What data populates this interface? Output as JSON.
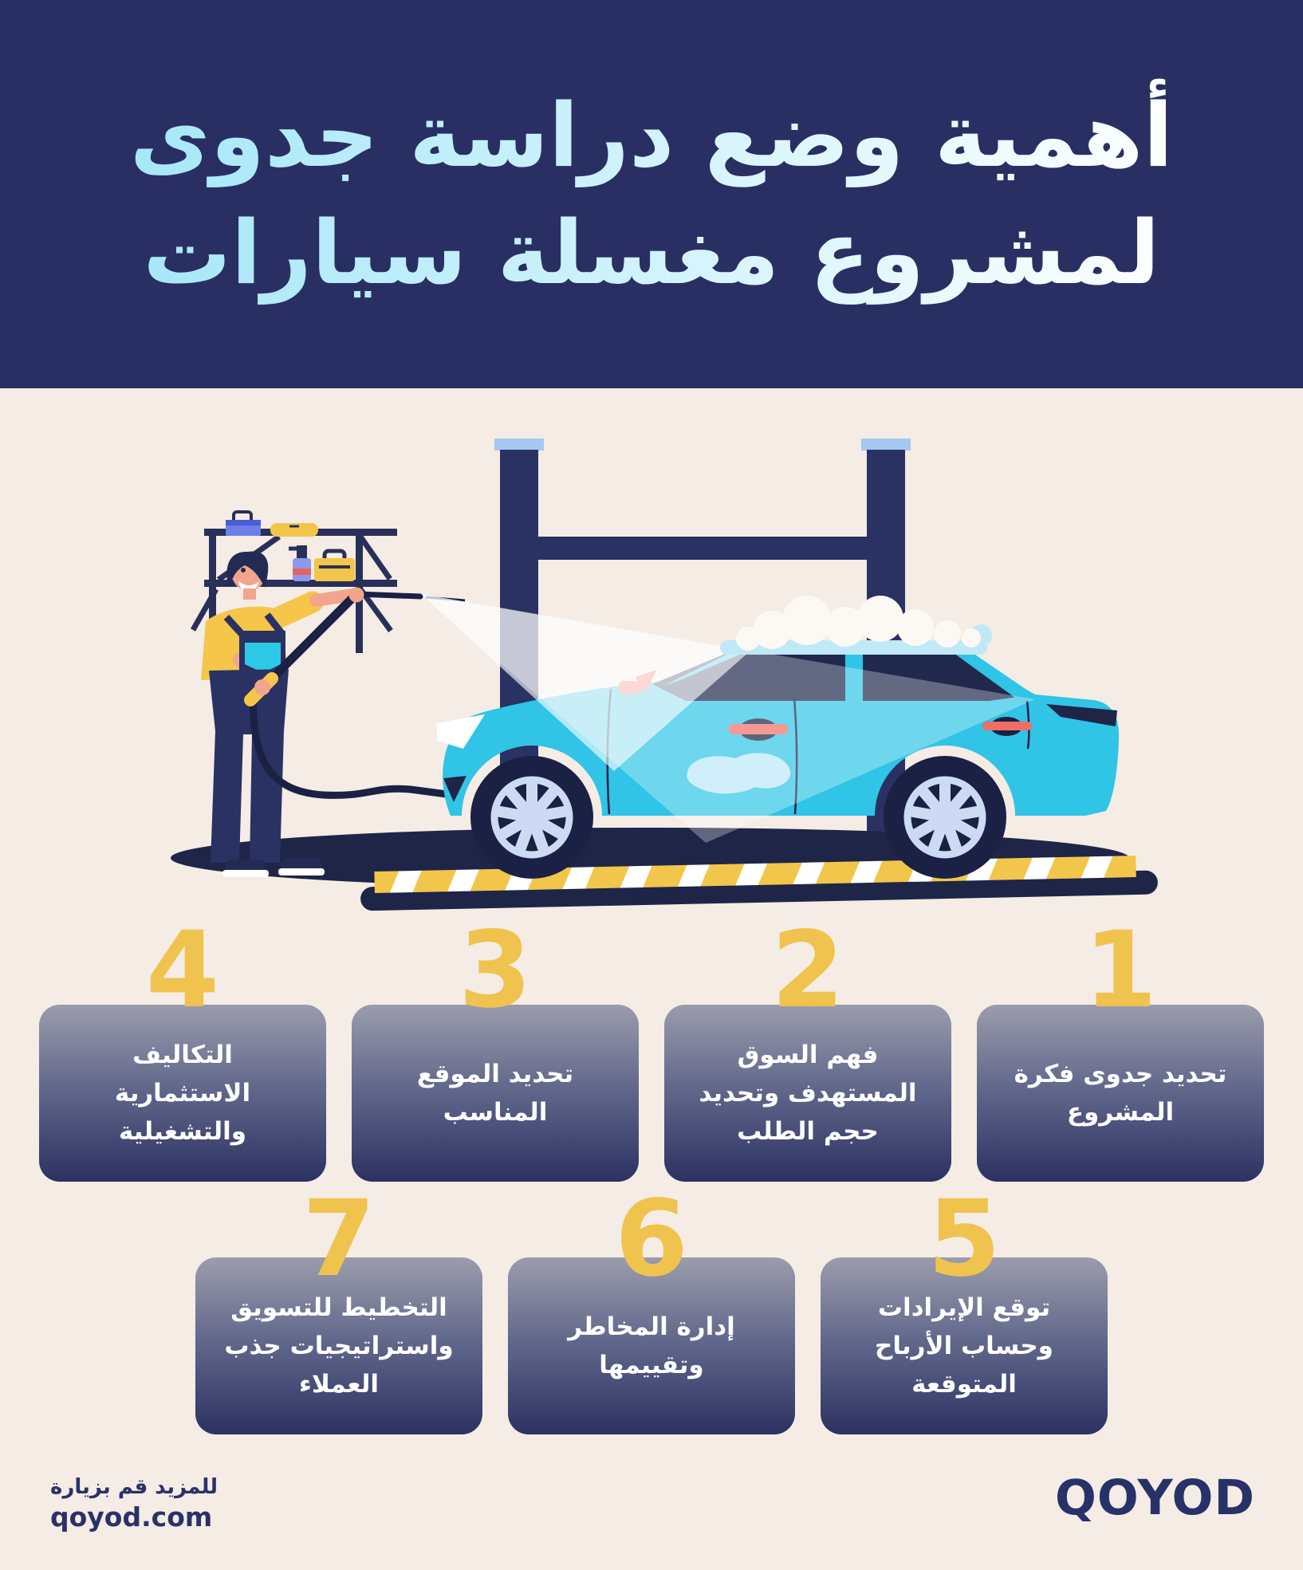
{
  "header": {
    "title_line1": "أهمية وضع دراسة جدوى",
    "title_line2": "لمشروع مغسلة سيارات"
  },
  "steps": [
    {
      "number": "1",
      "text": "تحديد جدوى فكرة المشروع"
    },
    {
      "number": "2",
      "text": "فهم السوق المستهدف وتحديد حجم الطلب"
    },
    {
      "number": "3",
      "text": "تحديد الموقع المناسب"
    },
    {
      "number": "4",
      "text": "التكاليف الاستثمارية والتشغيلية"
    },
    {
      "number": "5",
      "text": "توقع الإيرادات وحساب الأرباح المتوقعة"
    },
    {
      "number": "6",
      "text": "إدارة المخاطر وتقييمها"
    },
    {
      "number": "7",
      "text": "التخطيط للتسويق واستراتيجيات جذب العملاء"
    }
  ],
  "footer": {
    "visit_label": "للمزيد قم بزيارة",
    "website": "qoyod.com",
    "brand": "QOYOD"
  },
  "illustration": {
    "name": "car-wash-scene",
    "description": "worker-spraying-water-on-cyan-sedan"
  },
  "colors": {
    "header_bg": "#2A2F63",
    "page_bg": "#F4ECE5",
    "title_gradient_start": "#FFFFFF",
    "title_gradient_end": "#A4E7F8",
    "number_yellow": "#EFC34D",
    "card_gradient_top": "#9B9CAC",
    "card_gradient_bottom": "#2C3162",
    "card_text": "#FFFFFF",
    "car_cyan": "#30C4E6",
    "illustration_navy": "#1E2547",
    "accent_coral": "#F26D65",
    "footer_text": "#2B3168"
  }
}
